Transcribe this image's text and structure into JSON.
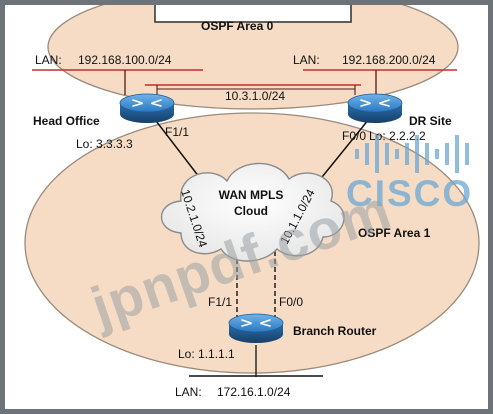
{
  "areas": {
    "area0": "OSPF Area 0",
    "area1": "OSPF Area 1"
  },
  "cloud": {
    "line1": "WAN MPLS",
    "line2": "Cloud"
  },
  "head_office": {
    "name": "Head Office",
    "lan_prefix": "LAN:",
    "lan": "192.168.100.0/24",
    "loopback": "Lo: 3.3.3.3",
    "interface": "F1/1"
  },
  "dr_site": {
    "name": "DR Site",
    "lan_prefix": "LAN:",
    "lan": "192.168.200.0/24",
    "loopback": "Lo: 2.2.2.2",
    "interface": "F0/0"
  },
  "branch": {
    "name": "Branch Router",
    "loopback": "Lo: 1.1.1.1",
    "if_left": "F1/1",
    "if_right": "F0/0",
    "lan_prefix": "LAN:",
    "lan": "172.16.1.0/24"
  },
  "links": {
    "ho_dr": "10.3.1.0/24",
    "ho_cloud": "10.2.1.0/24",
    "dr_cloud": "10.1.1.0/24"
  },
  "watermarks": {
    "site": "jpnpdf.com",
    "brand": "CISCO"
  },
  "colors": {
    "area_fill": "#f6dcc4",
    "area_stroke": "#9a8a7c",
    "lan_line": "#cc2b2b",
    "router_top": "#3f8fd6",
    "router_dark": "#1f5c96",
    "cisco_blue": "#6aa7d4"
  }
}
